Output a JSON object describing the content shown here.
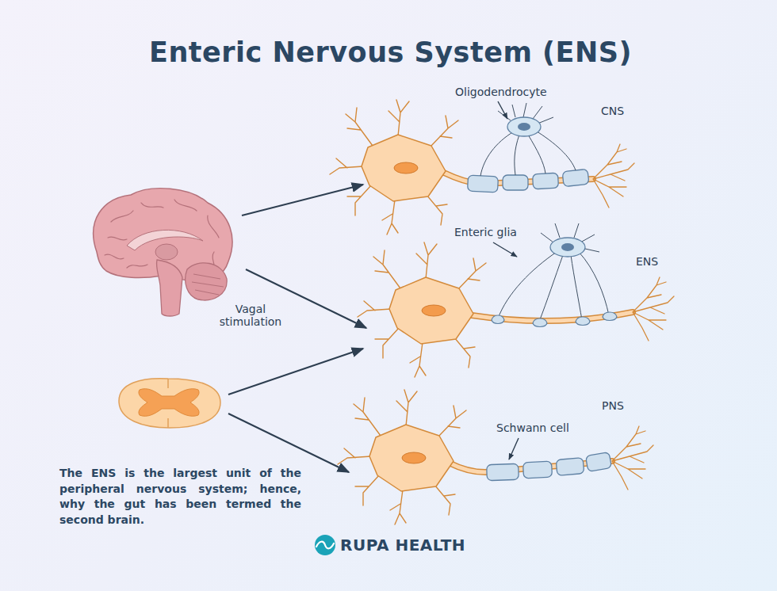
{
  "diagram": {
    "title": "Enteric Nervous System (ENS)",
    "caption": "The ENS is the largest unit of the peripheral nervous system; hence, why the gut has been termed the second brain.",
    "labels": [
      "Oligodendrocyte",
      "CNS",
      "Enteric glia",
      "ENS",
      "Vagal stimulation",
      "PNS",
      "Schwann cell",
      "RUPA HEALTH"
    ]
  }
}
